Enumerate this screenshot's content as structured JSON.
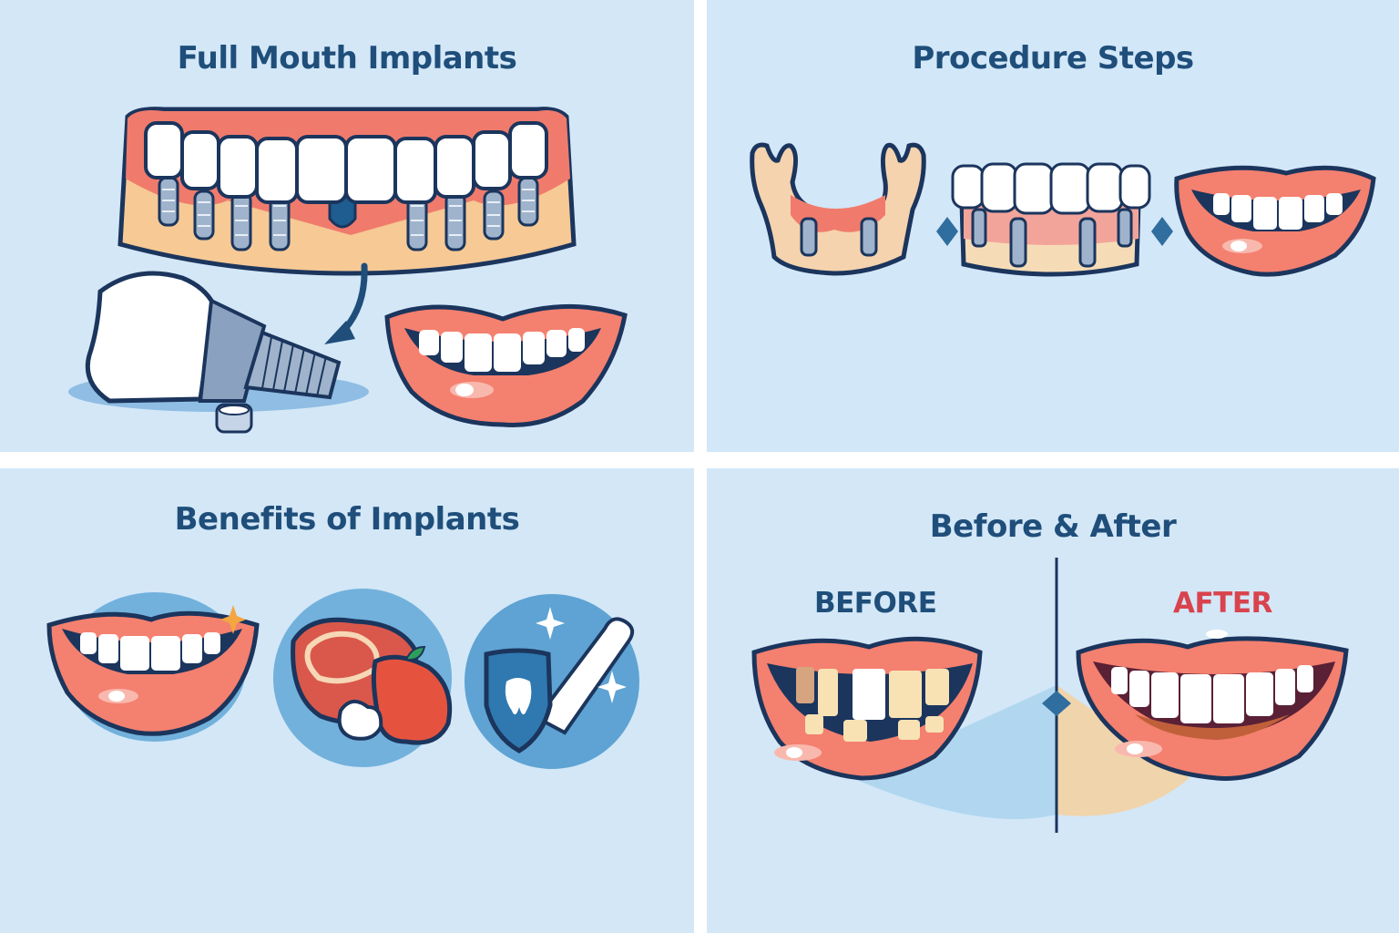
{
  "panels": [
    {
      "id": "full-mouth-implants",
      "title": "Full Mouth Implants",
      "illustrations": [
        "lower-jaw-with-implants-icon",
        "arrow-icon",
        "single-implant-crown-icon",
        "implant-cap-icon",
        "smiling-mouth-icon"
      ]
    },
    {
      "id": "procedure-steps",
      "title": "Procedure Steps",
      "steps": [
        {
          "icon": "jawbone-with-implant-posts-icon"
        },
        {
          "icon": "denture-bridge-on-implants-icon"
        },
        {
          "icon": "finished-smile-icon"
        }
      ],
      "connector_icon": "diamond-connector-icon"
    },
    {
      "id": "benefits-of-implants",
      "title": "Benefits of Implants",
      "benefits": [
        {
          "icon": "sparkling-smile-icon"
        },
        {
          "icon": "steak-and-apple-icon"
        },
        {
          "icon": "shield-tooth-bone-icon"
        }
      ]
    },
    {
      "id": "before-after",
      "title": "Before & After",
      "before_label": "BEFORE",
      "after_label": "AFTER",
      "before_icon": "damaged-teeth-smile-icon",
      "after_icon": "restored-teeth-smile-icon"
    }
  ],
  "colors": {
    "panel_bg": "#d3e7f7",
    "title": "#1f4e7a",
    "outline": "#1b355d",
    "gum": "#f07b6c",
    "lip": "#f4806f",
    "bone": "#f6cc98",
    "tooth": "#ffffff",
    "implant": "#9fb4cc",
    "accent_blue": "#2f6e9e",
    "circle_blue": "#6fb0da",
    "after_red": "#d9434d",
    "before_yellow": "#f8e2b4"
  }
}
